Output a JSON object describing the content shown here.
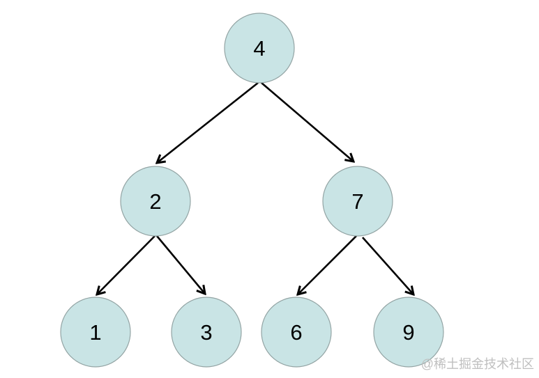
{
  "diagram": {
    "type": "binary-tree",
    "colors": {
      "node_fill": "#c9e4e5",
      "node_border": "#93a4a4",
      "edge": "#000000",
      "node_text": "#000000",
      "background": "#ffffff",
      "watermark": "#bfbfbf"
    },
    "nodes": [
      {
        "key": "root",
        "value": "4"
      },
      {
        "key": "left",
        "value": "2"
      },
      {
        "key": "right",
        "value": "7"
      },
      {
        "key": "left-left",
        "value": "1"
      },
      {
        "key": "left-right",
        "value": "3"
      },
      {
        "key": "right-left",
        "value": "6"
      },
      {
        "key": "right-right",
        "value": "9"
      }
    ],
    "edges": [
      {
        "from": "4",
        "to": "2"
      },
      {
        "from": "4",
        "to": "7"
      },
      {
        "from": "2",
        "to": "1"
      },
      {
        "from": "2",
        "to": "3"
      },
      {
        "from": "7",
        "to": "6"
      },
      {
        "from": "7",
        "to": "9"
      }
    ]
  },
  "watermark": {
    "text": "@稀土掘金技术社区"
  }
}
